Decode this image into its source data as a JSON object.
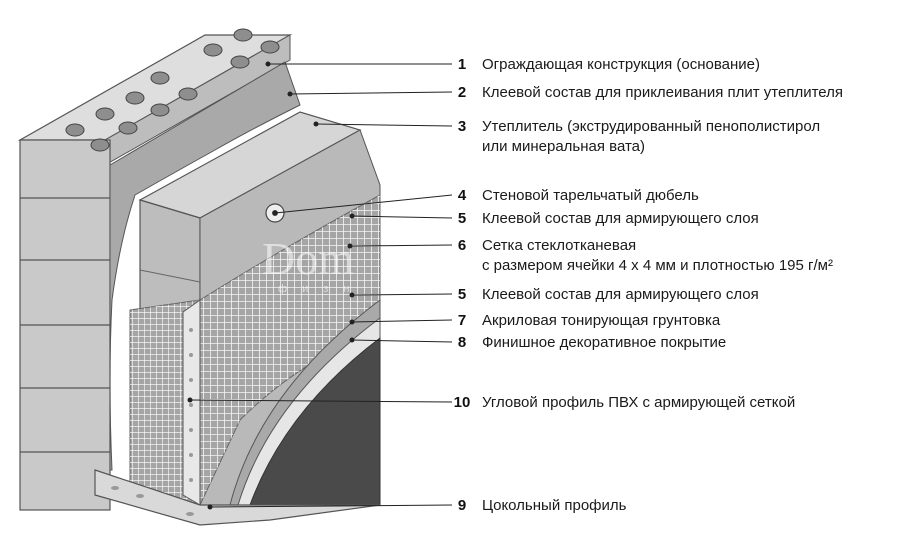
{
  "colors": {
    "brick_front": "#c9c9c9",
    "brick_top": "#dedede",
    "brick_side": "#b4b4b4",
    "brick_hole": "#8e8e8e",
    "insulation_front": "#bdbdbd",
    "insulation_top": "#d6d6d6",
    "mesh_line": "#f4f4f4",
    "adhesive": "#a9a9a9",
    "primer": "#e6e6e6",
    "finish": "#4a4a4a",
    "leader": "#222222",
    "profile": "#d9d9d9"
  },
  "watermark": {
    "text": "Dom",
    "sub": "ф и з н"
  },
  "labels": [
    {
      "num": "1",
      "lines": [
        "Ограждающая конструкция (основание)"
      ]
    },
    {
      "num": "2",
      "lines": [
        "Клеевой состав для приклеивания плит утеплителя"
      ]
    },
    {
      "num": "3",
      "lines": [
        "Утеплитель (экструдированный пенополистирол",
        "или минеральная вата)"
      ]
    },
    {
      "num": "4",
      "lines": [
        "Стеновой тарельчатый дюбель"
      ]
    },
    {
      "num": "5",
      "lines": [
        "Клеевой состав для армирующего слоя"
      ]
    },
    {
      "num": "6",
      "lines": [
        "Сетка стеклотканевая",
        "с размером ячейки 4 х 4 мм и плотностью 195 г/м²"
      ]
    },
    {
      "num": "5",
      "lines": [
        "Клеевой состав для армирующего слоя"
      ]
    },
    {
      "num": "7",
      "lines": [
        "Акриловая тонирующая грунтовка"
      ]
    },
    {
      "num": "8",
      "lines": [
        "Финишное декоративное покрытие"
      ]
    },
    {
      "num": "10",
      "lines": [
        "Угловой профиль ПВХ с армирующей сеткой"
      ]
    },
    {
      "num": "9",
      "lines": [
        "Цокольный профиль"
      ]
    }
  ]
}
